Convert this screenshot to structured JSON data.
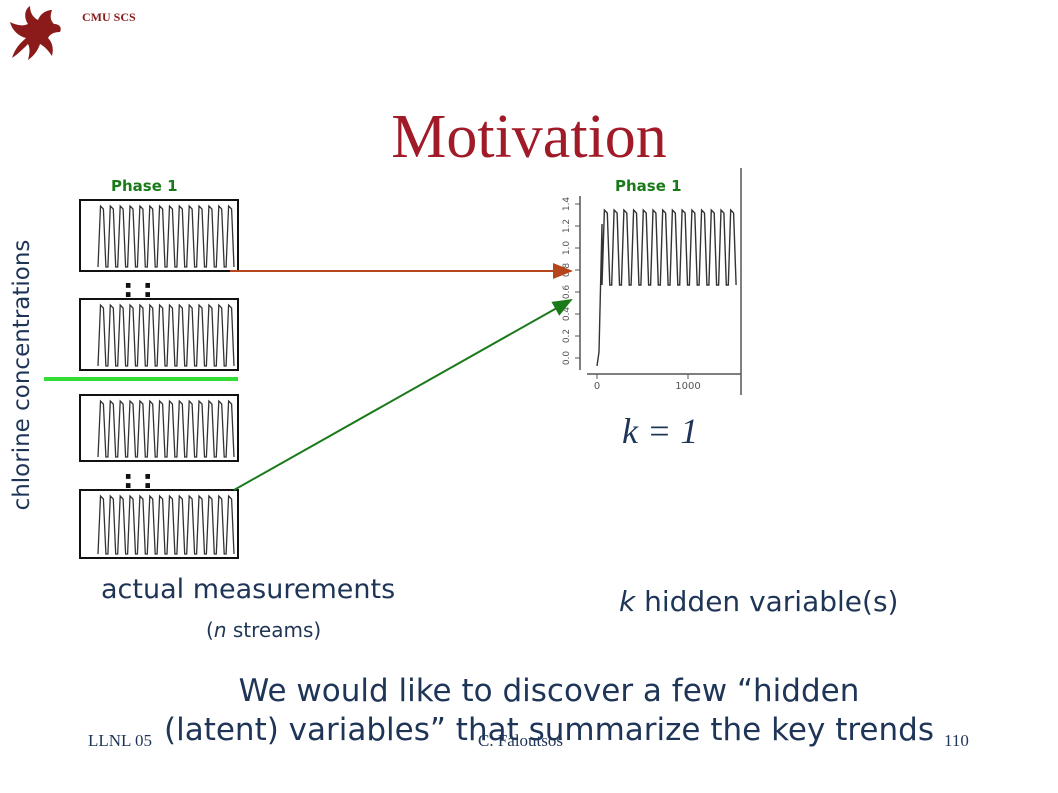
{
  "header": {
    "org": "CMU SCS",
    "logo_icon": "griffin-logo-icon"
  },
  "title": "Motivation",
  "left_panel": {
    "y_label": "chlorine concentrations",
    "phase_label": "Phase 1",
    "ellipsis": ": :",
    "caption": "actual measurements",
    "caption_sub": [
      "(",
      "n",
      " streams)"
    ]
  },
  "right_panel": {
    "phase_label": "Phase 1",
    "y_ticks": [
      "0.0",
      "0.2",
      "0.4",
      "0.6",
      "0.8",
      "1.0",
      "1.2",
      "1.4"
    ],
    "x_ticks": [
      "0",
      "1000"
    ],
    "k_value": "k = 1",
    "caption_var": "k",
    "caption_rest": " hidden variable(s)"
  },
  "summary_line1": "We would like to discover a few “hidden",
  "summary_line2": "(latent) variables” that summarize the key trends",
  "footer": {
    "left": "LLNL 05",
    "center": "C. Faloutsos",
    "right": "110"
  },
  "colors": {
    "title": "#a01a28",
    "phase": "#1a7a1a",
    "arrow_top": "#b5451b",
    "arrow_bottom": "#1a7a1a",
    "divider": "#33dd33",
    "text": "#1f3557"
  }
}
